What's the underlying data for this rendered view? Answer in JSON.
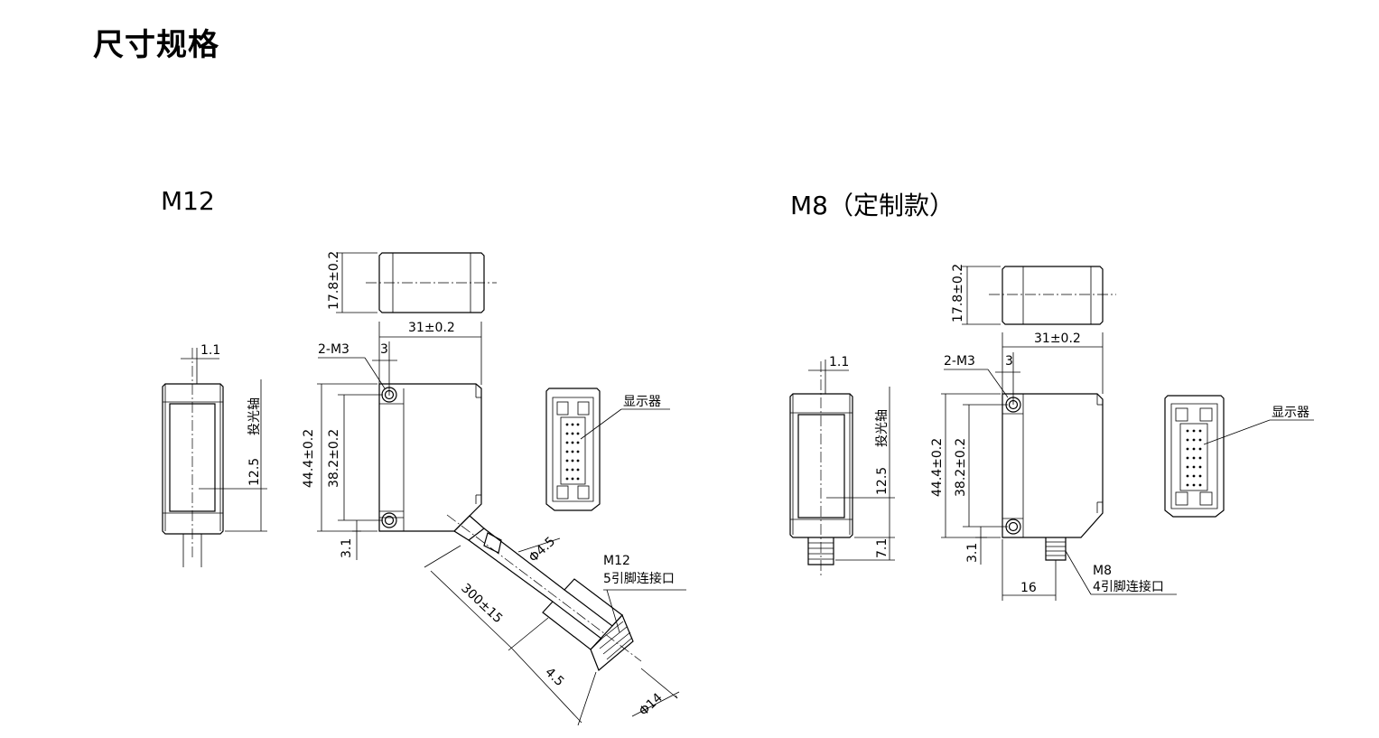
{
  "page": {
    "title": "尺寸规格"
  },
  "m12": {
    "title": "M12",
    "dim_height_side": "17.8",
    "tol_height_side": "±0.2",
    "dim_width": "31",
    "tol_width": "±0.2",
    "dim_1_1": "1.1",
    "dim_12_5": "12.5",
    "axis_label": "投光轴",
    "hole_label": "2-M3",
    "dim_3": "3",
    "dim_44_4": "44.4",
    "tol_44_4": "±0.2",
    "dim_38_2": "38.2",
    "tol_38_2": "±0.2",
    "dim_3_1": "3.1",
    "display_label": "显示器",
    "dim_phi_4_5": "Φ4.5",
    "dim_300": "300",
    "tol_300": "±15",
    "connector_type": "M12",
    "connector_desc": "5引脚连接口",
    "dim_4_5": "4.5",
    "dim_phi_14": "Φ14"
  },
  "m8": {
    "title": "M8（定制款）",
    "dim_height_side": "17.8",
    "tol_height_side": "±0.2",
    "dim_width": "31",
    "tol_width": "±0.2",
    "dim_1_1": "1.1",
    "dim_12_5": "12.5",
    "axis_label": "投光轴",
    "dim_7_1": "7.1",
    "hole_label": "2-M3",
    "dim_3": "3",
    "dim_44_4": "44.4",
    "tol_44_4": "±0.2",
    "dim_38_2": "38.2",
    "tol_38_2": "±0.2",
    "dim_3_1": "3.1",
    "dim_16": "16",
    "display_label": "显示器",
    "connector_type": "M8",
    "connector_desc": "4引脚连接口"
  }
}
